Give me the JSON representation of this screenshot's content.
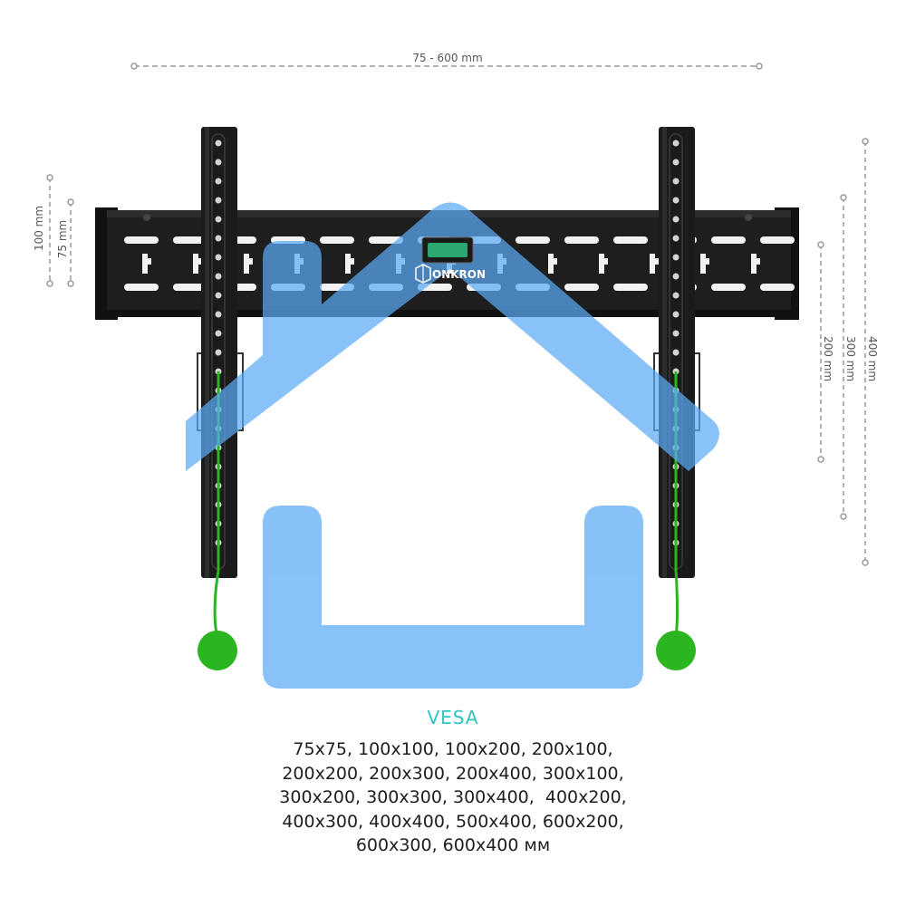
{
  "dimensions": {
    "width_label": "75 - 600 mm",
    "left_outer": "100 mm",
    "left_inner": "75 mm",
    "right_200": "200 mm",
    "right_300": "300 mm",
    "right_400": "400 mm"
  },
  "brand": "ONKRON",
  "vesa": {
    "title": "VESA",
    "sizes": "75x75, 100x100, 100x200, 200x100,\n200x200, 200x300, 200x400, 300x100,\n300x200, 300x300, 300x400,  400x200,\n400x300, 400x400, 500x400, 600x200,\n600x300, 600x400 мм"
  },
  "colors": {
    "mount": "#1b1b1b",
    "overlay_blue": "#5aaaf5",
    "cord_green": "#2bb520",
    "accent_teal": "#2ec4c4"
  },
  "icons": [
    "house-icon",
    "onkron-logo-icon"
  ]
}
